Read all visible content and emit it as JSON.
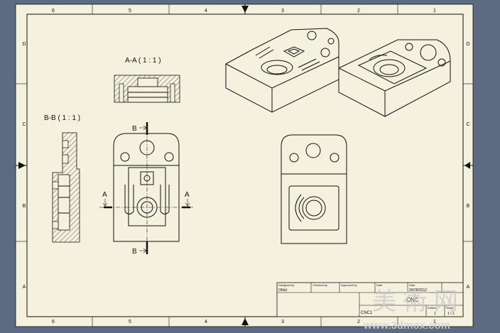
{
  "border": {
    "top_numbers": [
      "6",
      "5",
      "4",
      "3",
      "2",
      "1"
    ],
    "bottom_numbers": [
      "6",
      "5",
      "4",
      "3",
      "2",
      "1"
    ],
    "left_letters": [
      "D",
      "C",
      "B",
      "A"
    ],
    "right_letters": [
      "D",
      "C",
      "B",
      "A"
    ]
  },
  "views": {
    "section_aa_label": "A-A ( 1 : 1 )",
    "section_bb_label": "B-B ( 1 : 1 )",
    "cut_a_letter": "A",
    "cut_b_letter": "B"
  },
  "title_block": {
    "designed_by_label": "Designed by",
    "checked_by_label": "Checked by",
    "approved_by_label": "Approved by",
    "date_label": "Date",
    "date_label_2": "Date",
    "designer": "Ofdal",
    "date_value": "30/08/2012",
    "part_name": "CNC",
    "drawing_id": "CNC1",
    "edition_label": "Edition",
    "sheet_label": "Sheet",
    "edition_value": "1",
    "sheet_value": "1 / 1"
  },
  "watermark": {
    "cn_text": "美 術 网",
    "url_text": "www.3dmox.com"
  },
  "colors": {
    "paper": "#f4f1de",
    "line": "#111111",
    "background": "#5c6b82"
  }
}
